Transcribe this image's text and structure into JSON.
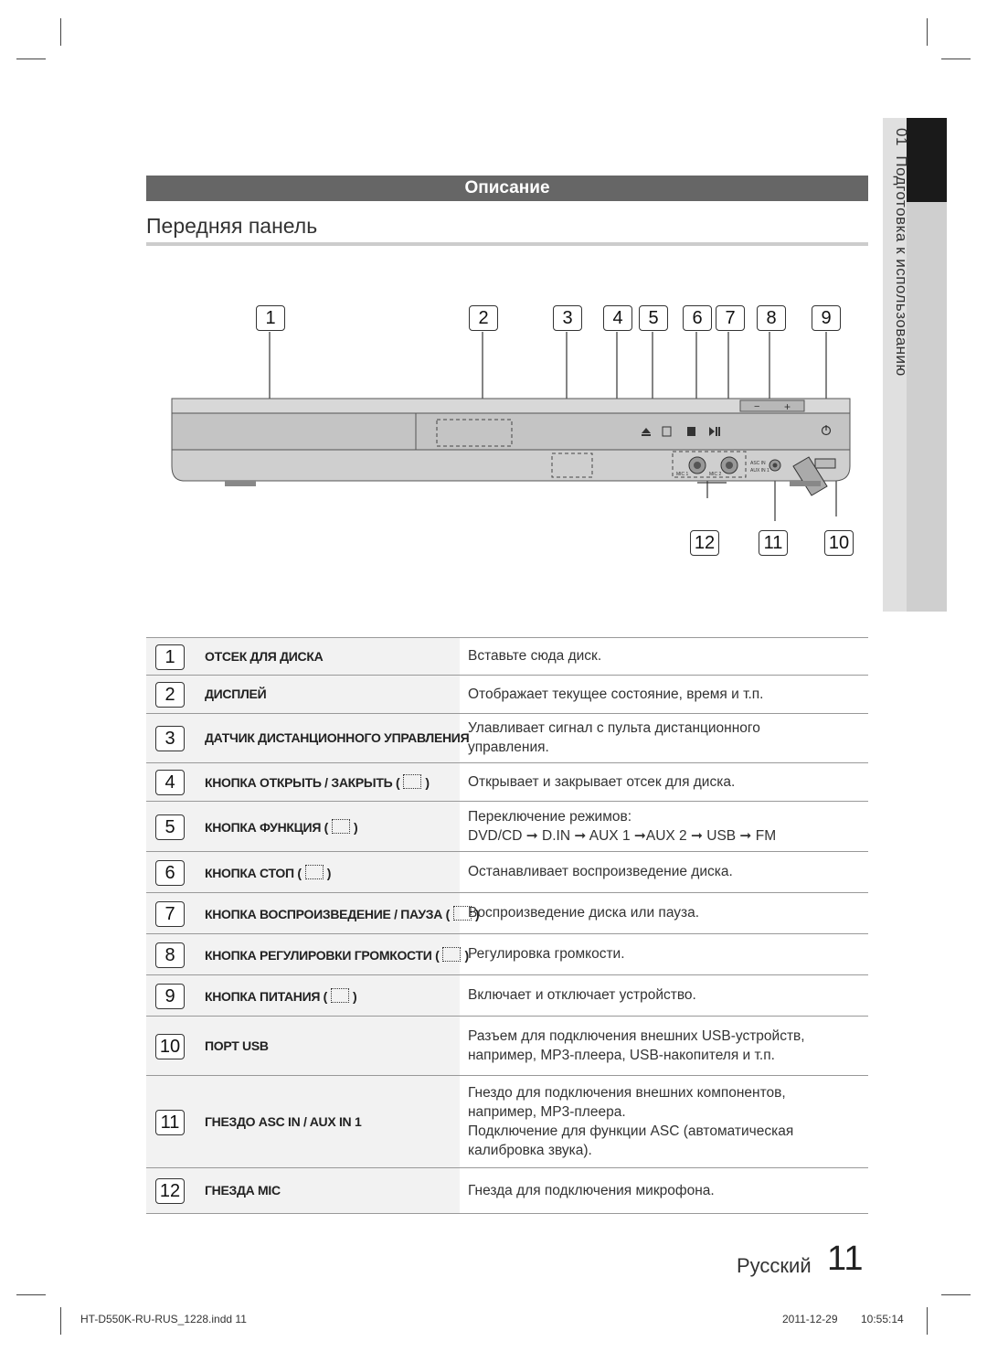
{
  "section_title": "Описание",
  "subsection_title": "Передняя панель",
  "side_tab": {
    "number": "01",
    "label": "Подготовка к использованию"
  },
  "callouts": [
    "1",
    "2",
    "3",
    "4",
    "5",
    "6",
    "7",
    "8",
    "9",
    "12",
    "11",
    "10"
  ],
  "device_labels": {
    "asc_in": "ASC IN",
    "aux_in": "AUX IN 1",
    "mic1": "MIC 1",
    "mic2": "MIC 2"
  },
  "rows": [
    {
      "num": "1",
      "name": "ОТСЕК ДЛЯ ДИСКА",
      "desc": [
        "Вставьте сюда диск."
      ]
    },
    {
      "num": "2",
      "name": "ДИСПЛЕЙ",
      "desc": [
        "Отображает текущее состояние, время и т.п."
      ]
    },
    {
      "num": "3",
      "name": "ДАТЧИК ДИСТАНЦИОННОГО УПРАВЛЕНИЯ",
      "desc": [
        "Улавливает сигнал с пульта дистанционного",
        "управления."
      ]
    },
    {
      "num": "4",
      "name": "КНОПКА ОТКРЫТЬ / ЗАКРЫТЬ (",
      "name_end": ")",
      "desc": [
        "Открывает и закрывает отсек для диска."
      ]
    },
    {
      "num": "5",
      "name": "КНОПКА ФУНКЦИЯ (",
      "name_end": ")",
      "desc": [
        "Переключение режимов:",
        "DVD/CD ➞ D.IN ➞ AUX 1 ➞AUX 2 ➞ USB ➞ FM"
      ]
    },
    {
      "num": "6",
      "name": "КНОПКА СТОП (",
      "name_end": ")",
      "desc": [
        "Останавливает воспроизведение диска."
      ]
    },
    {
      "num": "7",
      "name": "КНОПКА ВОСПРОИЗВЕДЕНИЕ / ПАУЗА (",
      "name_end": ")",
      "desc": [
        "Воспроизведение диска или пауза."
      ]
    },
    {
      "num": "8",
      "name": "КНОПКА РЕГУЛИРОВКИ ГРОМКОСТИ (",
      "name_end": ")",
      "desc": [
        "Регулировка громкости."
      ]
    },
    {
      "num": "9",
      "name": "КНОПКА ПИТАНИЯ (",
      "name_end": ")",
      "desc": [
        "Включает и отключает устройство."
      ]
    },
    {
      "num": "10",
      "name": "ПОРТ USB",
      "desc": [
        "Разъем для подключения внешних USB-устройств,",
        "например, MP3-плеера, USB-накопителя и т.п."
      ]
    },
    {
      "num": "11",
      "name": "ГНЕЗДО ASC IN / AUX IN 1",
      "desc": [
        "Гнездо для подключения внешних компонентов,",
        "например, MP3-плеера.",
        "Подключение для функции ASC (автоматическая",
        "калибровка звука)."
      ]
    },
    {
      "num": "12",
      "name": "ГНЕЗДА MIC",
      "desc": [
        "Гнезда для подключения микрофона."
      ]
    }
  ],
  "footer": {
    "language": "Русский",
    "page": "11",
    "file": "HT-D550K-RU-RUS_1228.indd   11",
    "date": "2011-12-29",
    "time": "10:55:14"
  }
}
